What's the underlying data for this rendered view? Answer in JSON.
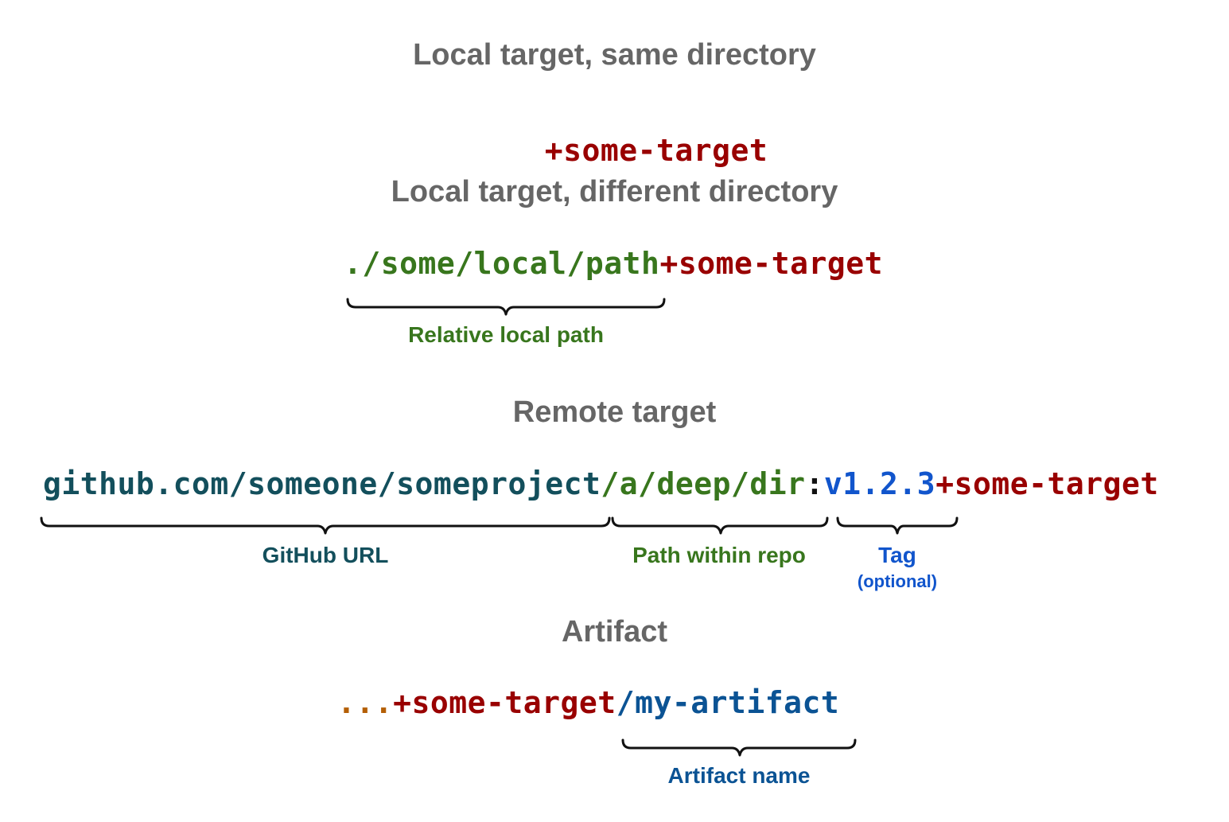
{
  "colors": {
    "heading": "#666666",
    "target": "#990000",
    "local_path": "#38761d",
    "github_url": "#134f5c",
    "tag": "#1155cc",
    "artifact_name": "#0b5394",
    "ellipsis": "#b45f06",
    "separator": "#111111",
    "brace": "#111111"
  },
  "sections": {
    "local_same": {
      "heading": "Local target, same directory",
      "code": {
        "target": "+some-target"
      }
    },
    "local_different": {
      "heading": "Local target, different directory",
      "code": {
        "path": "./some/local/path",
        "target": "+some-target"
      },
      "annotations": {
        "path": "Relative local path"
      }
    },
    "remote": {
      "heading": "Remote target",
      "code": {
        "url": "github.com/someone/someproject",
        "repo_path": "/a/deep/dir",
        "separator": ":",
        "tag": "v1.2.3",
        "target": "+some-target"
      },
      "annotations": {
        "url": "GitHub URL",
        "repo_path": "Path within repo",
        "tag": "Tag",
        "tag_note": "(optional)"
      }
    },
    "artifact": {
      "heading": "Artifact",
      "code": {
        "ellipsis": "...",
        "target": "+some-target",
        "artifact": "/my-artifact"
      },
      "annotations": {
        "artifact": "Artifact name"
      }
    }
  }
}
